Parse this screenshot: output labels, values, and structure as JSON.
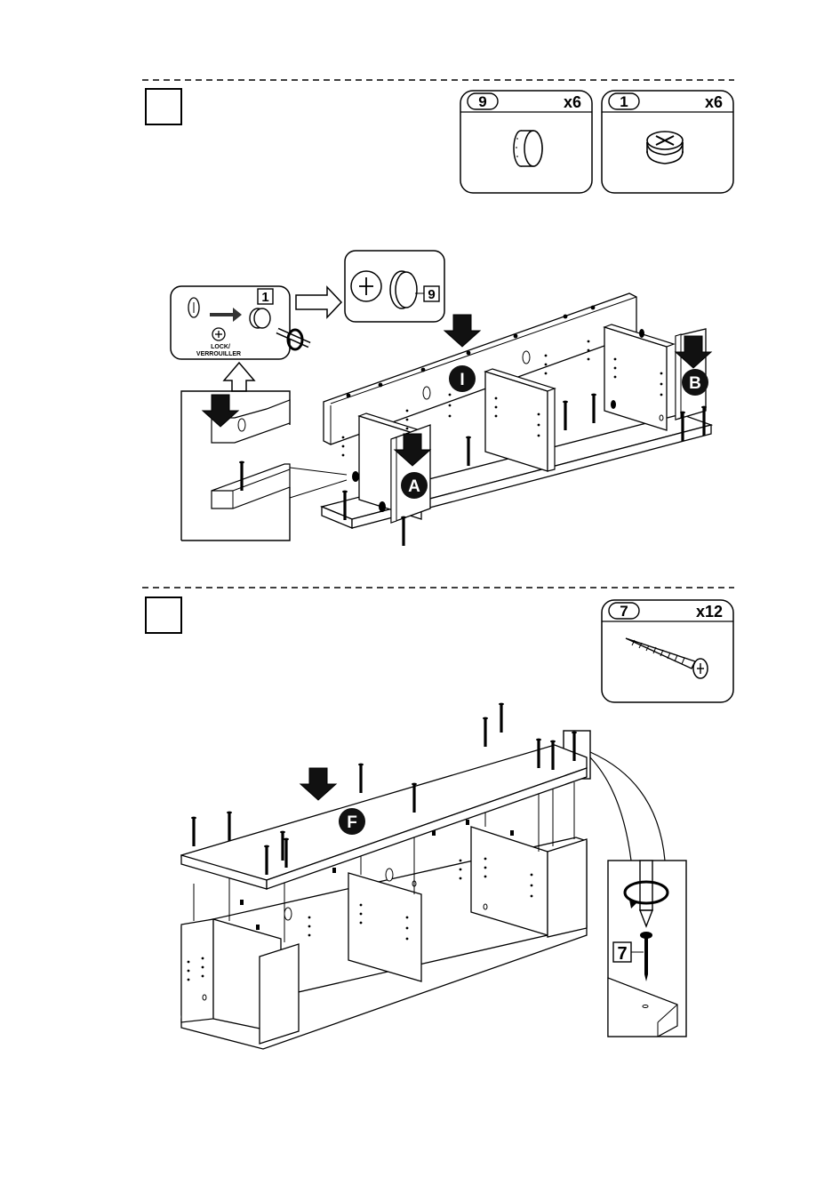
{
  "step1": {
    "parts": [
      {
        "number": "9",
        "qty": "x6",
        "icon": "cam-cap-icon"
      },
      {
        "number": "1",
        "qty": "x6",
        "icon": "cam-lock-icon"
      }
    ],
    "detail_part_label": "1",
    "detail_cap_label": "9",
    "lock_text": [
      "LOCK/",
      "VERROUILLER"
    ],
    "panels": [
      "I",
      "A",
      "B"
    ]
  },
  "step2": {
    "parts": [
      {
        "number": "7",
        "qty": "x12",
        "icon": "screw-icon"
      }
    ],
    "detail_part_label": "7",
    "panels": [
      "F"
    ]
  }
}
